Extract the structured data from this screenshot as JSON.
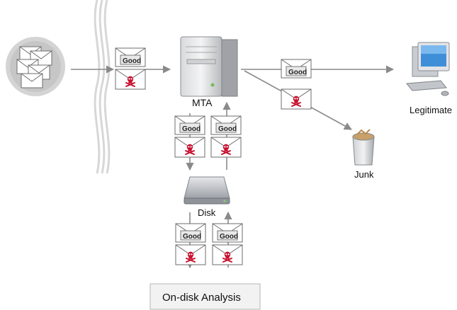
{
  "labels": {
    "mta": "MTA",
    "legitimate": "Legitimate",
    "junk": "Junk",
    "disk": "Disk",
    "analysis": "On-disk Analysis"
  },
  "envelope_text": {
    "good": "Good"
  },
  "icons": {
    "source": "envelope-stack-icon",
    "mta": "server-tower-icon",
    "legitimate": "desktop-computer-icon",
    "junk": "trash-can-icon",
    "disk": "hard-disk-icon",
    "spam_mark": "skull-crossbones-icon"
  },
  "colors": {
    "arrow": "#8a8a8a",
    "spam_mark": "#c8102e",
    "envelope_fill": "#ffffff",
    "envelope_stroke": "#6d6d6d",
    "good_tag": "#e8e8e8"
  }
}
